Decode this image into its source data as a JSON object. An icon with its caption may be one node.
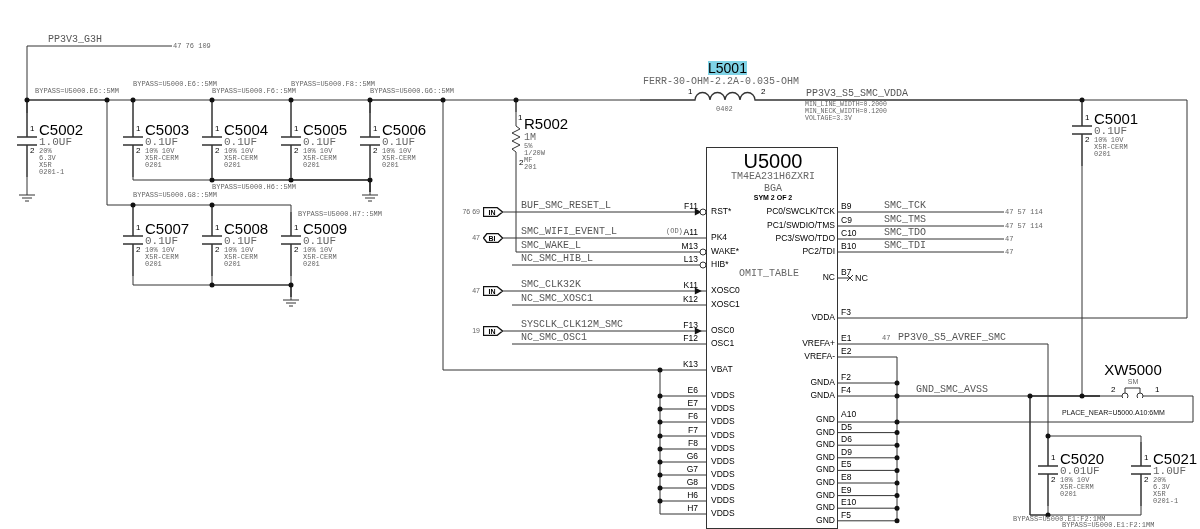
{
  "diagram": {
    "nodes": [
      {
        "text": [
          "C5002",
          "1.0UF",
          "20% 6.3V X5R 0201-1",
          "1",
          "2"
        ]
      },
      {
        "text": [
          "C5003",
          "0.1UF",
          "10% 10V X5R-CERM 0201",
          "1",
          "2"
        ]
      },
      {
        "text": [
          "C5004",
          "0.1UF",
          "10% 10V X5R-CERM 0201",
          "1",
          "2"
        ]
      },
      {
        "text": [
          "C5005",
          "0.1UF",
          "10% 10V X5R-CERM 0201",
          "1",
          "2"
        ]
      },
      {
        "text": [
          "C5006",
          "0.1UF",
          "10% 10V X5R-CERM 0201",
          "1",
          "2"
        ]
      },
      {
        "text": [
          "C5007",
          "0.1UF",
          "10% 10V X5R-CERM 0201",
          "1",
          "2"
        ]
      },
      {
        "text": [
          "C5008",
          "0.1UF",
          "10% 10V X5R-CERM 0201",
          "1",
          "2"
        ]
      },
      {
        "text": [
          "C5009",
          "0.1UF",
          "10% 10V X5R-CERM 0201",
          "1",
          "2"
        ]
      },
      {
        "text": [
          "R5002",
          "1M",
          "5% 1/20W MF 201",
          "1",
          "2"
        ]
      },
      {
        "text": [
          "L5001",
          "FERR-30-OHM-2.2A-0.035-OHM",
          "1",
          "2",
          "0402"
        ]
      },
      {
        "text": [
          "C5001",
          "0.1UF",
          "10% 10V X5R-CERM 0201",
          "1",
          "2"
        ]
      },
      {
        "text": [
          "U5000",
          "TM4EA231H6ZXRI",
          "BGA",
          "SYM 2 OF 2",
          "OMIT_TABLE",
          "RST*",
          "PK4",
          "WAKE*",
          "HIB*",
          "XOSC0",
          "XOSC1",
          "OSC0",
          "OSC1",
          "VBAT",
          "VDDS",
          "VDDS",
          "VDDS",
          "VDDS",
          "VDDS",
          "VDDS",
          "VDDS",
          "VDDS",
          "VDDS",
          "VDDS",
          "PC0/SWCLK/TCK",
          "PC1/SWDIO/TMS",
          "PC3/SWO/TDO",
          "PC2/TDI",
          "NC",
          "VDDA",
          "VREFA+",
          "VREFA-",
          "GNDA",
          "GNDA",
          "GND",
          "GND",
          "GND",
          "GND",
          "GND",
          "GND",
          "GND",
          "GND",
          "GND"
        ],
        "beside": [
          "F11",
          "A11",
          "M13",
          "L13",
          "K11",
          "K12",
          "F13",
          "F12",
          "K13",
          "E6",
          "E7",
          "F6",
          "F7",
          "F8",
          "G6",
          "G7",
          "G8",
          "H6",
          "H7",
          "B9",
          "C9",
          "C10",
          "B10",
          "B7",
          "F3",
          "E1",
          "E2",
          "F2",
          "F4",
          "A10",
          "D5",
          "D6",
          "D9",
          "E5",
          "E8",
          "E9",
          "E10",
          "F5"
        ]
      },
      {
        "text": [
          "IN"
        ],
        "beside": [
          "76 69"
        ]
      },
      {
        "text": [
          "BI"
        ],
        "beside": [
          "47"
        ]
      },
      {
        "text": [
          "IN"
        ],
        "beside": [
          "47"
        ]
      },
      {
        "text": [
          "IN"
        ],
        "beside": [
          "19"
        ]
      },
      {
        "text": [
          "XW5000",
          "SM",
          "2",
          "1"
        ]
      },
      {
        "text": [
          "C5020",
          "0.01UF",
          "10% 10V X5R-CERM 0201",
          "1",
          "2"
        ]
      },
      {
        "text": [
          "C5021",
          "1.0UF",
          "20% 6.3V X5R 0201-1",
          "1",
          "2"
        ]
      },
      {
        "text": [],
        "shape": "ground"
      },
      {
        "text": [],
        "shape": "ground"
      },
      {
        "text": [],
        "shape": "ground"
      },
      {
        "text": [
          "47 76 109"
        ]
      },
      {
        "text": [
          "47 57 114"
        ]
      },
      {
        "text": [
          "47 57 114"
        ]
      },
      {
        "text": [
          "47"
        ]
      },
      {
        "text": [
          "47"
        ]
      }
    ],
    "edges": [
      {
        "from": 0,
        "to": 1,
        "arrow": "none"
      },
      {
        "from": 1,
        "to": 2,
        "arrow": "none"
      },
      {
        "from": 2,
        "to": 3,
        "arrow": "none"
      },
      {
        "from": 3,
        "to": 4,
        "arrow": "none"
      },
      {
        "from": 4,
        "to": 8,
        "arrow": "none"
      },
      {
        "from": 8,
        "to": 9,
        "arrow": "none"
      },
      {
        "from": 9,
        "to": 11,
        "arrow": "none",
        "label": "PP3V3_S5_SMC_VDDA"
      },
      {
        "from": 9,
        "to": 10,
        "arrow": "none"
      },
      {
        "from": 0,
        "to": 22,
        "arrow": "none",
        "label": "PP3V3_G3H"
      },
      {
        "from": 0,
        "to": 19,
        "arrow": "none"
      },
      {
        "from": 1,
        "to": 20,
        "arrow": "none"
      },
      {
        "from": 2,
        "to": 20,
        "arrow": "none"
      },
      {
        "from": 3,
        "to": 20,
        "arrow": "none"
      },
      {
        "from": 4,
        "to": 20,
        "arrow": "none"
      },
      {
        "from": 0,
        "to": 5,
        "arrow": "none"
      },
      {
        "from": 5,
        "to": 6,
        "arrow": "none"
      },
      {
        "from": 6,
        "to": 7,
        "arrow": "none"
      },
      {
        "from": 5,
        "to": 21,
        "arrow": "none"
      },
      {
        "from": 6,
        "to": 21,
        "arrow": "none"
      },
      {
        "from": 7,
        "to": 21,
        "arrow": "none"
      },
      {
        "from": 4,
        "to": 11,
        "arrow": "none"
      },
      {
        "from": 8,
        "to": 11,
        "arrow": "other",
        "label": "SMC_WAKE_L"
      },
      {
        "from": 12,
        "to": 11,
        "arrow": "to",
        "label": "BUF_SMC_RESET_L"
      },
      {
        "from": 13,
        "to": 11,
        "arrow": "none",
        "label": "SMC_WIFI_EVENT_L"
      },
      {
        "from": null,
        "to": 11,
        "arrow": "other",
        "label": "NC_SMC_HIB_L"
      },
      {
        "from": 14,
        "to": 11,
        "arrow": "to",
        "label": "SMC_CLK32K"
      },
      {
        "from": null,
        "to": 11,
        "arrow": "none",
        "label": "NC_SMC_XOSC1"
      },
      {
        "from": 15,
        "to": 11,
        "arrow": "to",
        "label": "SYSCLK_CLK12M_SMC"
      },
      {
        "from": null,
        "to": 11,
        "arrow": "none",
        "label": "NC_SMC_OSC1"
      },
      {
        "from": 11,
        "to": 23,
        "arrow": "none",
        "label": "SMC_TCK"
      },
      {
        "from": 11,
        "to": 24,
        "arrow": "none",
        "label": "SMC_TMS"
      },
      {
        "from": 11,
        "to": 25,
        "arrow": "none",
        "label": "SMC_TDO"
      },
      {
        "from": 11,
        "to": 26,
        "arrow": "none",
        "label": "SMC_TDI"
      },
      {
        "from": 11,
        "to": 17,
        "arrow": "none",
        "label": "PP3V0_S5_AVREF_SMC"
      },
      {
        "from": 17,
        "to": 18,
        "arrow": "none"
      },
      {
        "from": 11,
        "to": 16,
        "arrow": "none",
        "label": "GND_SMC_AVSS"
      },
      {
        "from": 10,
        "to": 16,
        "arrow": "none"
      },
      {
        "from": 17,
        "to": 16,
        "arrow": "none"
      },
      {
        "from": 18,
        "to": 16,
        "arrow": "none"
      },
      {
        "from": 16,
        "to": 11,
        "arrow": "none"
      }
    ],
    "labels": [
      "BYPASS=U5000.E6::5MM",
      "BYPASS=U5000.E6::5MM",
      "BYPASS=U5000.F6::5MM",
      "BYPASS=U5000.F8::5MM",
      "BYPASS=U5000.G6::5MM",
      "BYPASS=U5000.G8::5MM",
      "BYPASS=U5000.H6::5MM",
      "BYPASS=U5000.H7::5MM",
      "MIN_LINE_WIDTH=0.2000",
      "MIN_NECK_WIDTH=0.1200",
      "VOLTAGE=3.3V",
      "(OD)",
      "NC",
      "47",
      "PLACE_NEAR=U5000.A10:6MM",
      "BYPASS=U5000.E1:F2:1MM",
      "BYPASS=U5000.E1:F2:1MM"
    ]
  }
}
